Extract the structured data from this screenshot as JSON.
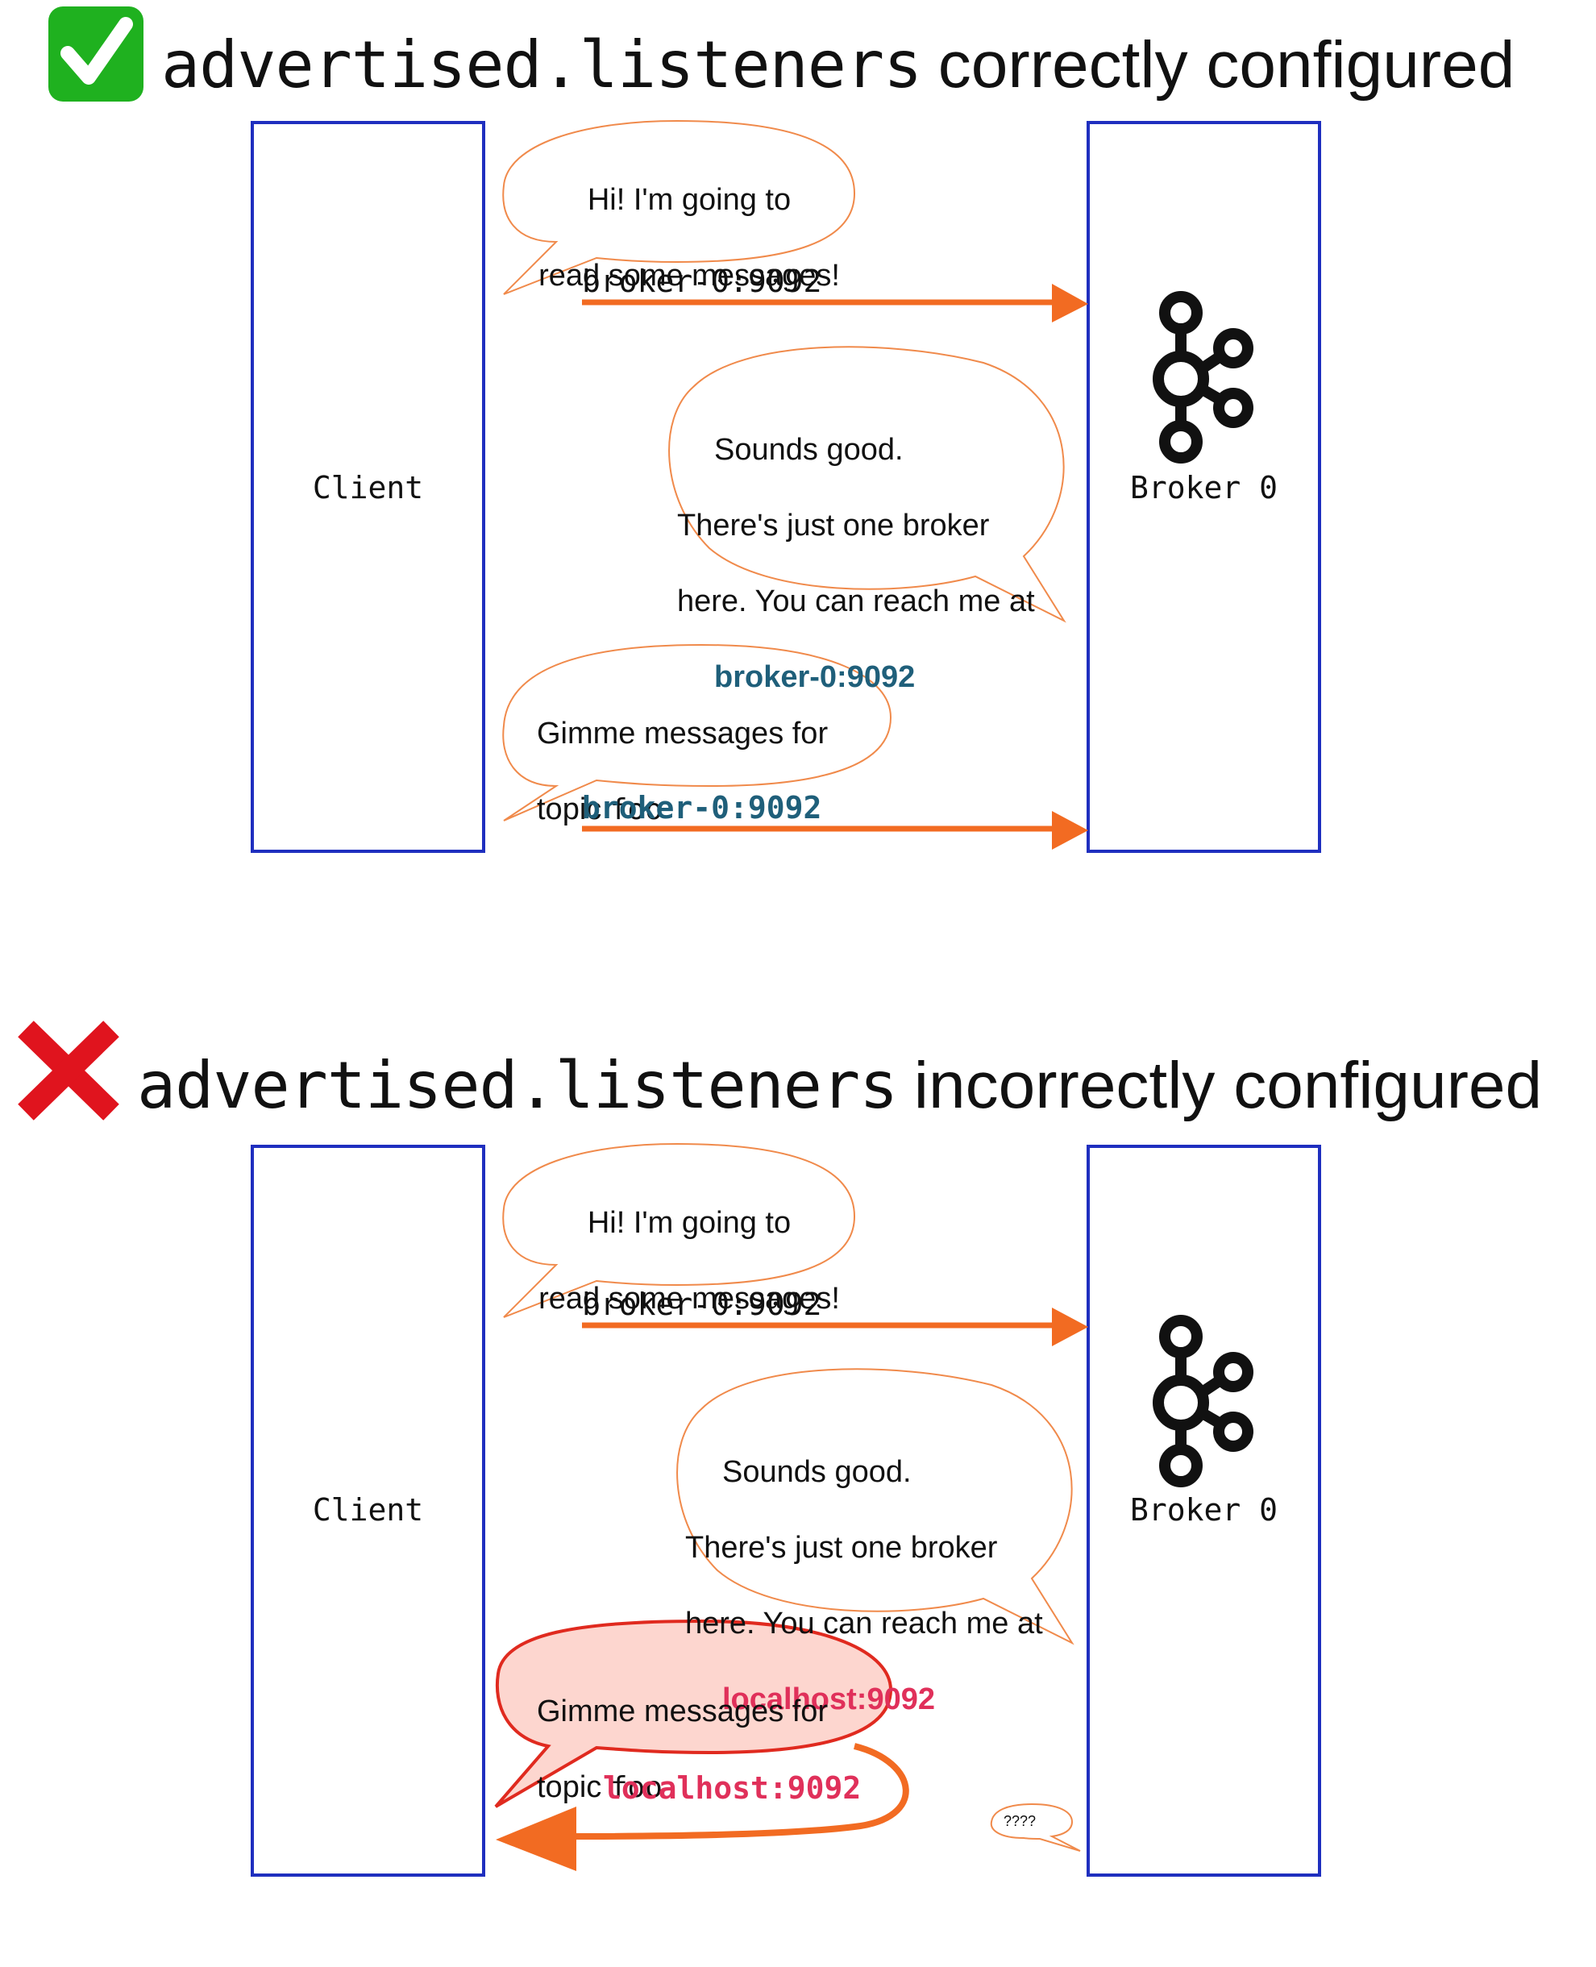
{
  "colors": {
    "box_border": "#1f2fbf",
    "arrow": "#f26b22",
    "bubble_border": "#f08a4b",
    "good_addr": "#1f5f7a",
    "bad_addr": "#e0305a",
    "error_bubble_fill": "#fdd6cf",
    "error_bubble_border": "#e02a1f",
    "check_green": "#1fb11f",
    "cross_red": "#e0141e"
  },
  "panels": [
    {
      "status_icon": "check-mark-icon",
      "heading_code": "advertised.listeners",
      "heading_text": "correctly configured",
      "client_label": "Client",
      "broker_label": "Broker 0",
      "broker_icon": "kafka-logo-icon",
      "bubble1_line1": "Hi! I'm going to",
      "bubble1_line2": "read some messages!",
      "arrow1_label": "broker-0:9092",
      "bubble2_line1": "Sounds good.",
      "bubble2_line2": "There's just one broker",
      "bubble2_line3": "here. You can reach me at",
      "bubble2_addr": "broker-0:9092",
      "bubble3_line1": "Gimme messages for",
      "bubble3_topic_prefix": "topic",
      "bubble3_topic": "foo",
      "arrow2_label": "broker-0:9092"
    },
    {
      "status_icon": "cross-mark-icon",
      "heading_code": "advertised.listeners",
      "heading_text": "incorrectly configured",
      "client_label": "Client",
      "broker_label": "Broker 0",
      "broker_icon": "kafka-logo-icon",
      "bubble1_line1": "Hi! I'm going to",
      "bubble1_line2": "read some messages!",
      "arrow1_label": "broker-0:9092",
      "bubble2_line1": "Sounds good.",
      "bubble2_line2": "There's just one broker",
      "bubble2_line3": "here. You can reach me at",
      "bubble2_addr": "localhost:9092",
      "bubble3_line1": "Gimme messages for",
      "bubble3_topic_prefix": "topic",
      "bubble3_topic": "foo",
      "arrow2_label": "localhost:9092",
      "confused_text": "????"
    }
  ]
}
